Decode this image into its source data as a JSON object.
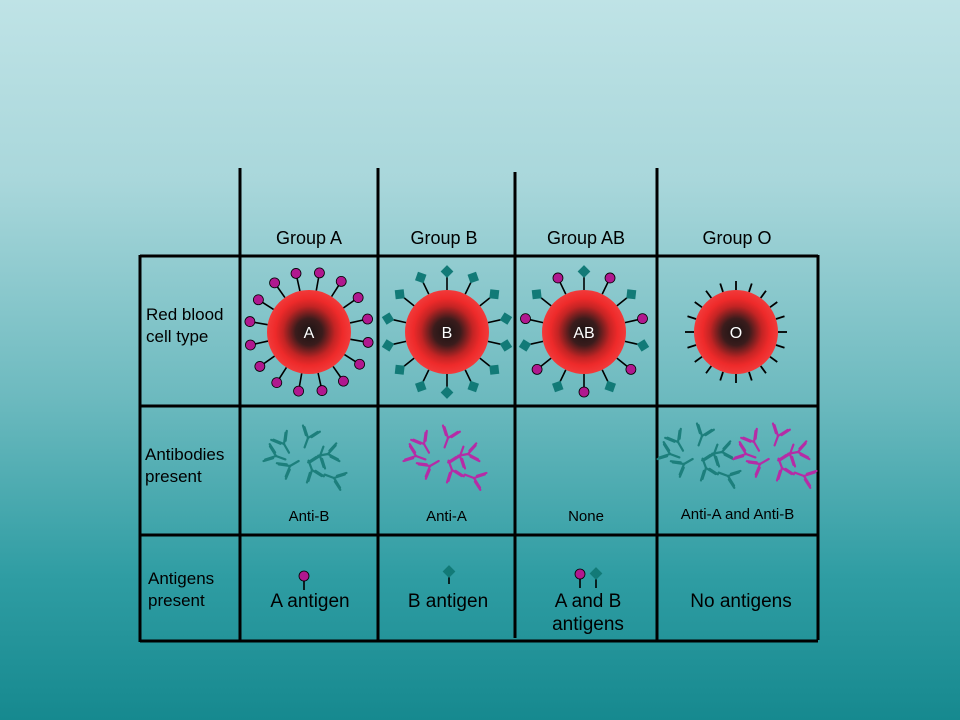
{
  "columns": [
    "Group A",
    "Group B",
    "Group AB",
    "Group O"
  ],
  "row_labels": {
    "cells": "Red blood\ncell type",
    "antibodies": "Antibodies\npresent",
    "antigens": "Antigens\npresent"
  },
  "cell_letters": [
    "A",
    "B",
    "AB",
    "O"
  ],
  "antibodies": [
    "Anti-B",
    "Anti-A",
    "None",
    "Anti-A and Anti-B"
  ],
  "antigens": [
    "A antigen",
    "B antigen",
    "A and B\nantigens",
    "No antigens"
  ],
  "colors": {
    "antigen_a": "#b0188f",
    "antigen_b": "#127a77",
    "antibody_anti_b": "#1d7f7c",
    "antibody_anti_a": "#b52ca6",
    "cell_outer": "#ee2a2a",
    "cell_core": "#1a1414"
  },
  "icons": {
    "antigen_a": "circle-on-stalk",
    "antigen_b": "diamond-on-stalk",
    "antibody": "y-shaped-antibody"
  }
}
